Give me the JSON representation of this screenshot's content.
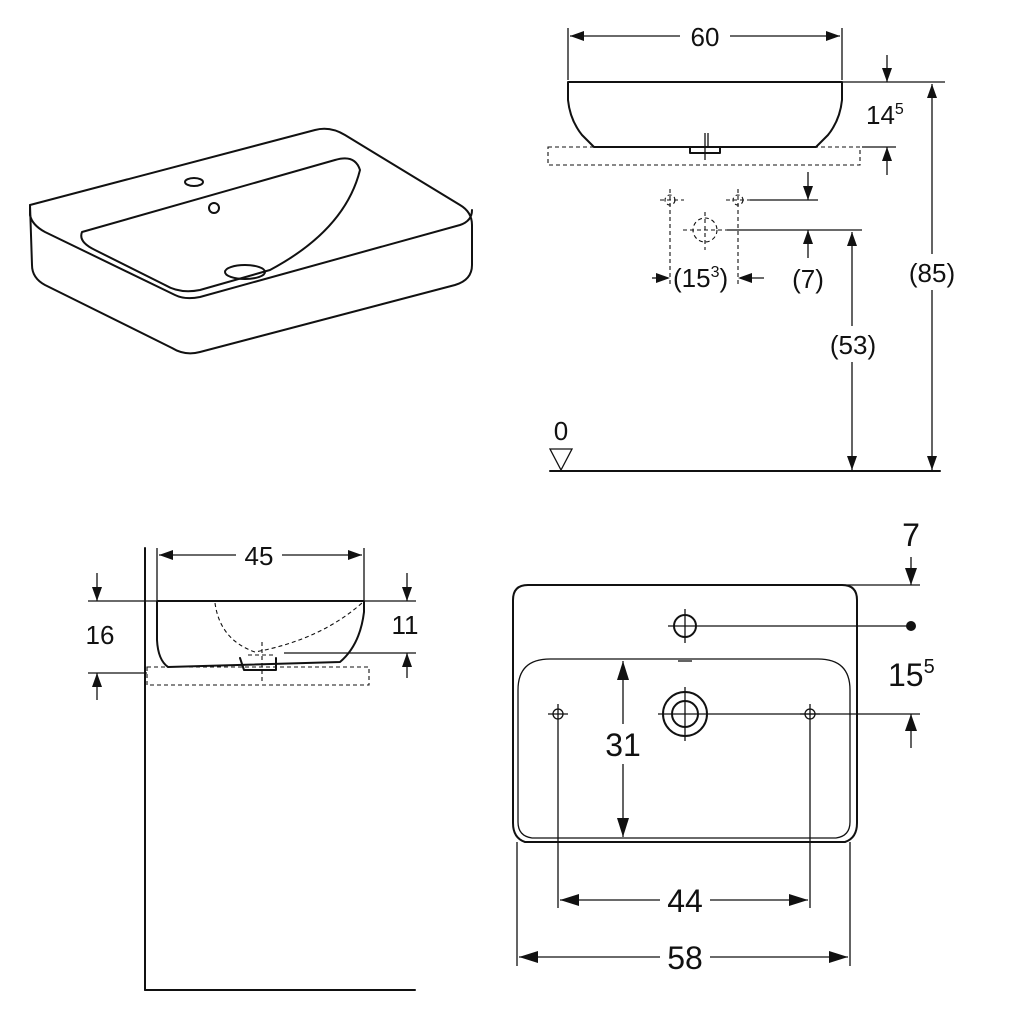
{
  "dimensions": {
    "front_width": "60",
    "front_rim_height": "14",
    "front_rim_height_sup": "5",
    "tap_spacing": "(15",
    "tap_spacing_sup": "3",
    "tap_spacing_close": ")",
    "tap_offset": "(7)",
    "waste_height": "(53)",
    "overall_height": "(85)",
    "floor_level": "0",
    "side_depth": "45",
    "side_total_height": "16",
    "side_bowl_height": "11",
    "plan_tap_offset": "7",
    "plan_waste_offset": "15",
    "plan_waste_offset_sup": "5",
    "plan_bowl_depth": "31",
    "plan_fixing_spacing": "44",
    "plan_width": "58"
  },
  "colors": {
    "line": "#111111",
    "background": "#ffffff"
  }
}
